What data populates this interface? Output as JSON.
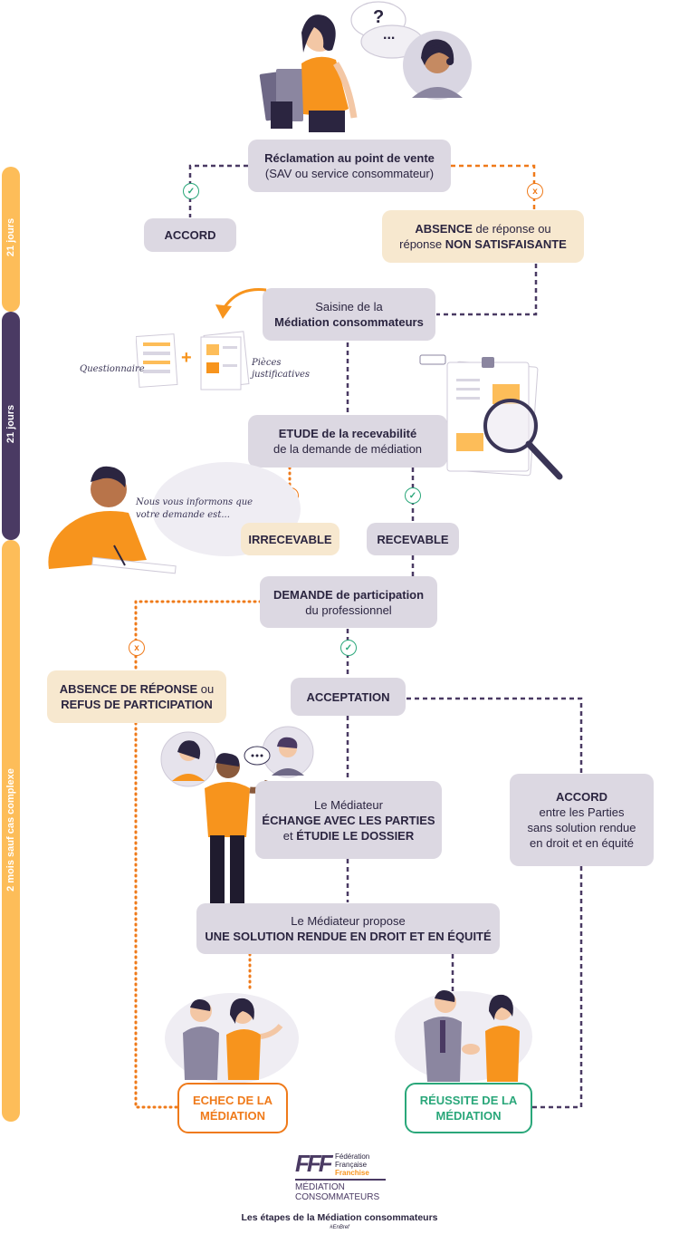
{
  "timeline": [
    {
      "label": "21 jours",
      "color": "#fdbd59"
    },
    {
      "label": "21 jours",
      "color": "#4a3a63"
    },
    {
      "label": "2 mois sauf cas complexe",
      "color": "#fdbd59"
    }
  ],
  "bubbles": {
    "question": "?",
    "ellipsis": "..."
  },
  "steps": {
    "reclamation": {
      "bold": "Réclamation au point de vente",
      "normal": "(SAV ou service consommateur)"
    },
    "accord1": {
      "bold": "ACCORD"
    },
    "absence1": {
      "bold_a": "ABSENCE",
      "normal_a": " de réponse ou",
      "normal_b": "réponse ",
      "bold_b": "NON SATISFAISANTE"
    },
    "saisine": {
      "normal": "Saisine de la",
      "bold": "Médiation consommateurs"
    },
    "questionnaire": "Questionnaire",
    "plus": "+",
    "pieces": "Pièces justificatives",
    "etude": {
      "bold": "ETUDE de la recevabilité",
      "normal": "de la demande de médiation"
    },
    "mediator_note": "Nous vous informons que votre demande est...",
    "irrecevable": "IRRECEVABLE",
    "recevable": "RECEVABLE",
    "demande": {
      "bold": "DEMANDE de participation",
      "normal": "du professionnel"
    },
    "absence2": {
      "bold_a": "ABSENCE DE RÉPONSE",
      "normal_a": " ou",
      "bold_b": "REFUS DE PARTICIPATION"
    },
    "acceptation": "ACCEPTATION",
    "echange": {
      "line1": "Le Médiateur",
      "line2": "ÉCHANGE AVEC LES PARTIES",
      "line3_pre": "et ",
      "line3_bold": "ÉTUDIE LE DOSSIER"
    },
    "accord2": {
      "bold": "ACCORD",
      "line2": "entre les Parties",
      "line3": "sans solution rendue",
      "line4": "en droit et en équité"
    },
    "propose": {
      "normal": "Le Médiateur propose",
      "bold": "UNE SOLUTION RENDUE EN DROIT ET EN ÉQUITÉ"
    },
    "echec": {
      "line1": "ECHEC DE LA",
      "line2": "MÉDIATION"
    },
    "reussite": {
      "line1": "RÉUSSITE DE LA",
      "line2": "MÉDIATION"
    }
  },
  "logo": {
    "mark": "FFF",
    "org_line1": "Fédération",
    "org_line2": "Française",
    "org_line3": "Franchise",
    "product_line1": "MÉDIATION",
    "product_line2": "CONSOMMATEURS"
  },
  "footer": {
    "title": "Les étapes de la Médiation consommateurs",
    "credit": "#EnBref"
  },
  "colors": {
    "orange": "#ef7a1a",
    "purple": "#4a3a63",
    "green": "#2aa77a",
    "gray_box": "#dcd8e2",
    "beige_box": "#f7e8cf",
    "yellow": "#fdbd59"
  }
}
